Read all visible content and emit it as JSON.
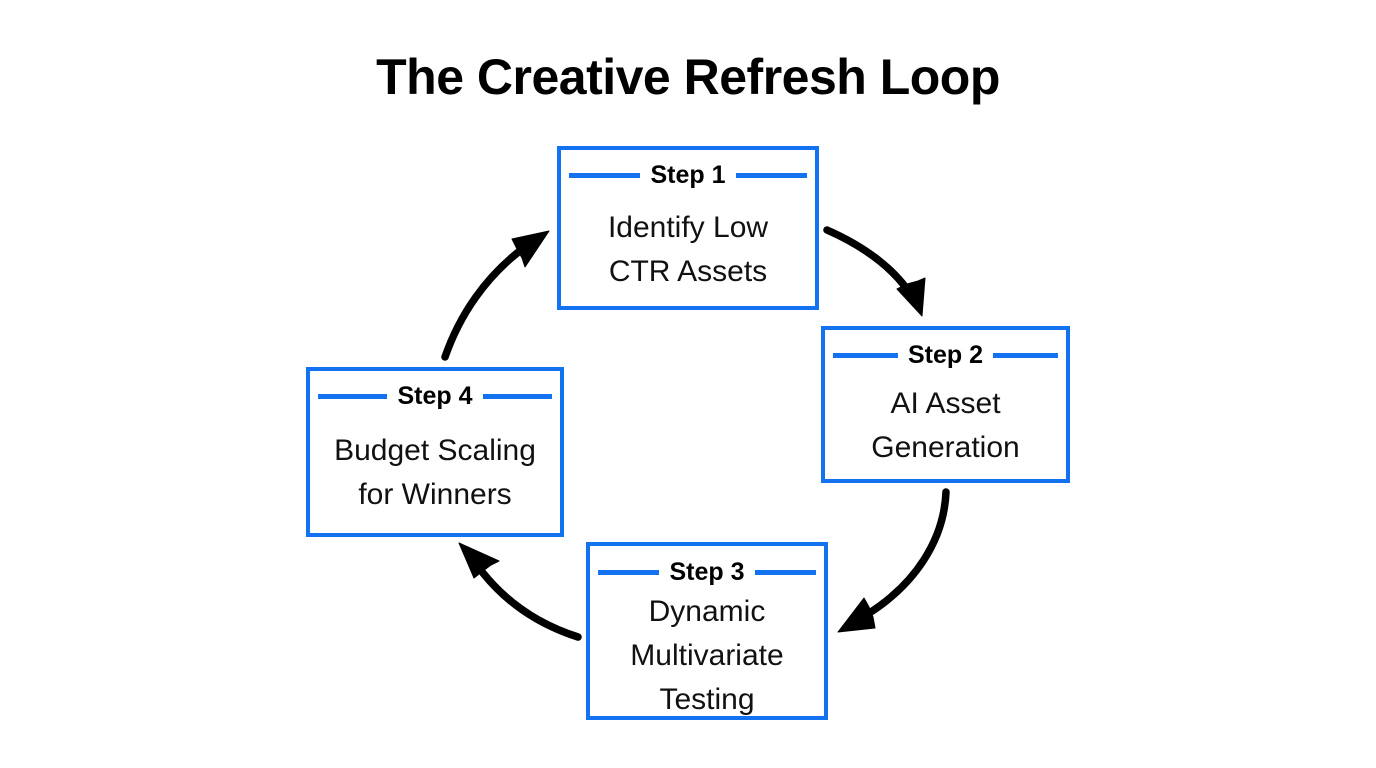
{
  "diagram": {
    "title": "The Creative Refresh Loop",
    "type": "cycle-flow",
    "accent_color": "#1272f0",
    "text_color": "#000000",
    "arrow_color": "#000000",
    "background_color": "#ffffff",
    "steps": [
      {
        "label": "Step 1",
        "body": "Identify Low\nCTR Assets"
      },
      {
        "label": "Step 2",
        "body": "AI Asset\nGeneration"
      },
      {
        "label": "Step 3",
        "body": "Dynamic\nMultivariate\nTesting"
      },
      {
        "label": "Step 4",
        "body": "Budget Scaling\nfor Winners"
      }
    ],
    "connectors": [
      {
        "name": "step-1-to-step-2",
        "direction": "clockwise"
      },
      {
        "name": "step-2-to-step-3",
        "direction": "clockwise"
      },
      {
        "name": "step-3-to-step-4",
        "direction": "clockwise"
      },
      {
        "name": "step-4-to-step-1",
        "direction": "clockwise"
      }
    ]
  }
}
